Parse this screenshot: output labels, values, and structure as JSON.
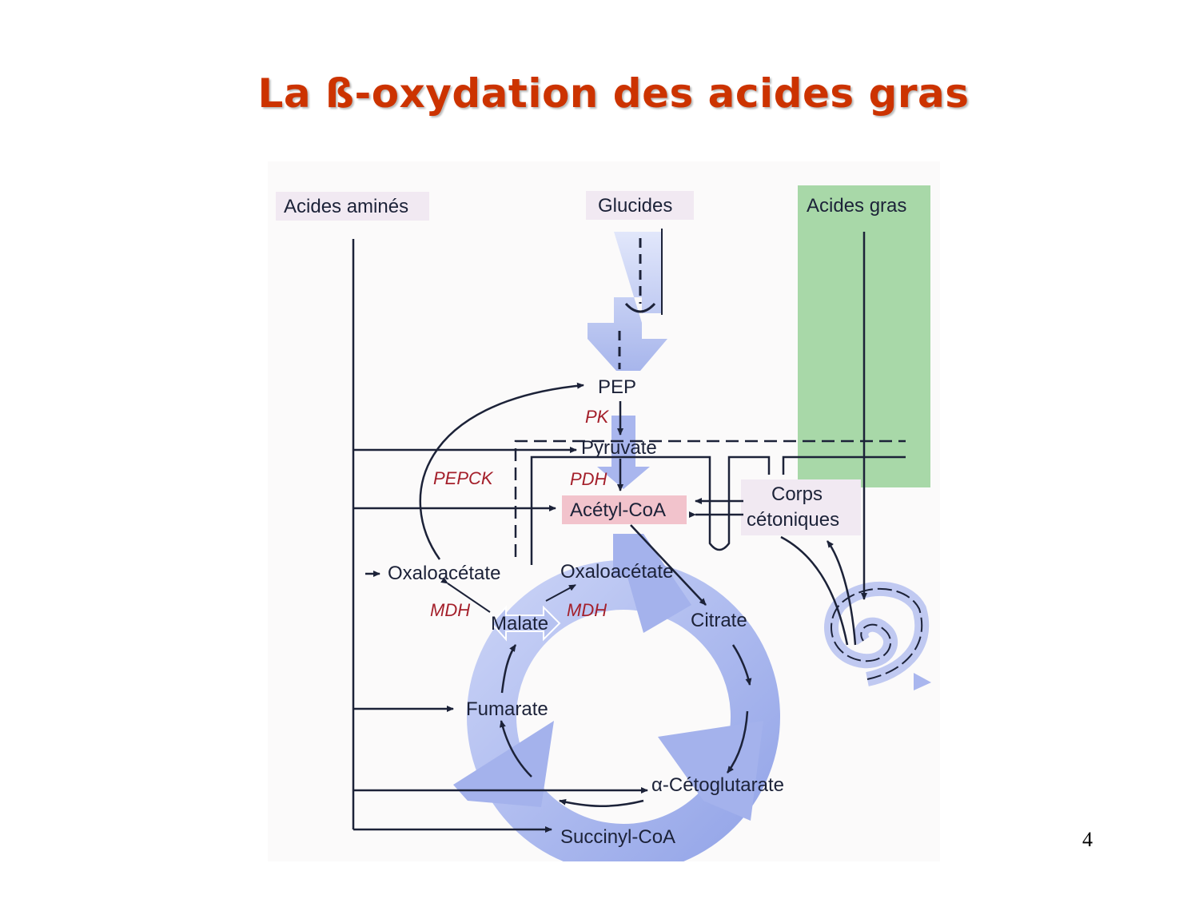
{
  "slide": {
    "title": "La ß-oxydation des acides gras",
    "page_number": "4"
  },
  "diagram": {
    "sources": {
      "amino_acids": "Acides aminés",
      "carbohydrates": "Glucides",
      "fatty_acids": "Acides gras"
    },
    "metabolites": {
      "pep": "PEP",
      "pyruvate": "Pyruvate",
      "acetyl_coa": "Acétyl-CoA",
      "ketone_line1": "Corps",
      "ketone_line2": "cétoniques",
      "oxaloacetate_cyto": "Oxaloacétate",
      "oxaloacetate_mito": "Oxaloacétate",
      "malate": "Malate",
      "citrate": "Citrate",
      "fumarate": "Fumarate",
      "alpha_ketoglutarate": "α-Cétoglutarate",
      "succinyl_coa": "Succinyl-CoA"
    },
    "enzymes": {
      "pk": "PK",
      "pdh": "PDH",
      "pepck": "PEPCK",
      "mdh_left": "MDH",
      "mdh_right": "MDH"
    },
    "colors": {
      "title": "#cc3300",
      "highlight_fatty_acids": "#a8d8a8",
      "acetyl_coa_box": "#f2c3cc",
      "label_box": "#f1e9f2",
      "enzyme_text": "#a41f2a",
      "arrows": "#1c2238",
      "cycle_blue": "#a9b6ee"
    }
  }
}
